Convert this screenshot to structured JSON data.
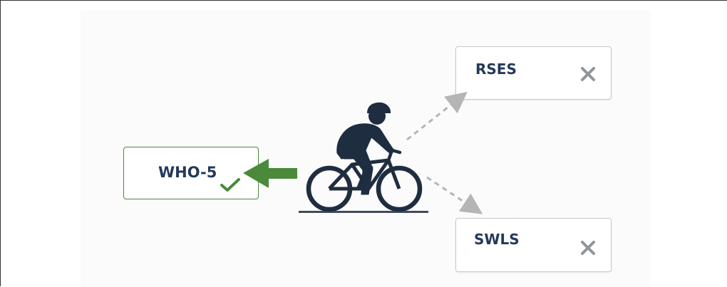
{
  "diagram": {
    "nodes": {
      "who5": {
        "label": "WHO-5",
        "status": "accepted",
        "status_icon": "check-icon"
      },
      "rses": {
        "label": "RSES",
        "status": "rejected",
        "status_icon": "x-icon"
      },
      "swls": {
        "label": "SWLS",
        "status": "rejected",
        "status_icon": "x-icon"
      }
    },
    "center_icon": "cyclist-icon",
    "colors": {
      "accepted": "#4a8a3a",
      "rejected_box_border": "#c9c9c9",
      "rejected_mark": "#8e959b",
      "label_text": "#24395a",
      "cyclist": "#1f2d40",
      "dashed_arrow": "#b5b5b5"
    }
  }
}
